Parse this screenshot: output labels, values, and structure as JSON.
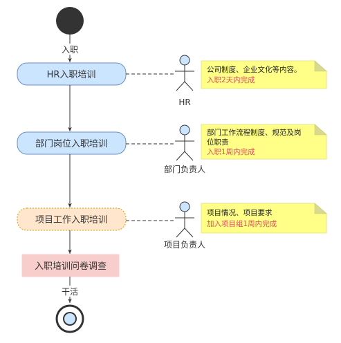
{
  "flow": {
    "start_label": "入职",
    "step_hr": "HR入职培训",
    "step_dept": "部门岗位入职培训",
    "step_project": "项目工作入职培训",
    "survey": "入职培训问卷调查",
    "end_label": "干活"
  },
  "actors": {
    "hr": "HR",
    "dept": "部门负责人",
    "project": "项目负责人"
  },
  "notes": {
    "hr": {
      "line1": "公司制度、企业文化等内容。",
      "line2": "入职2天内完成"
    },
    "dept": {
      "line1": "部门工作流程制度、规范及岗",
      "line2": "位职责",
      "line3": "入职1周内完成"
    },
    "project": {
      "line1": "项目情况、项目要求",
      "line2": "加入项目组1周内完成"
    }
  },
  "colors": {
    "step_blue_fill": "#cce5ff",
    "step_blue_stroke": "#6c8ebf",
    "step_orange_fill": "#ffe6cc",
    "step_orange_stroke": "#d79b00",
    "survey_fill": "#f8cecc",
    "note_fill": "#ffff88",
    "note_red_text": "#e0505a",
    "actor_head": "#cce5ff"
  }
}
